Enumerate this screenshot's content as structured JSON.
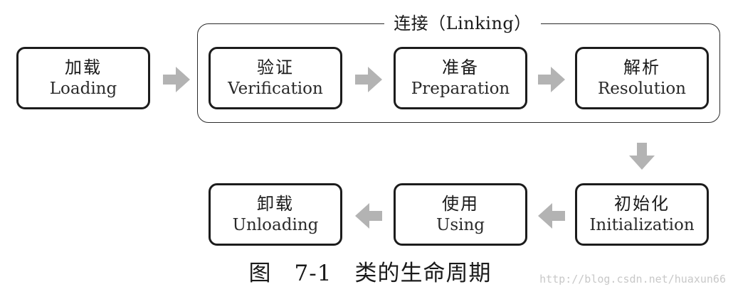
{
  "diagram": {
    "group_label": "连接（Linking）",
    "stages": [
      {
        "id": "loading",
        "zh": "加载",
        "en": "Loading"
      },
      {
        "id": "verification",
        "zh": "验证",
        "en": "Verification"
      },
      {
        "id": "preparation",
        "zh": "准备",
        "en": "Preparation"
      },
      {
        "id": "resolution",
        "zh": "解析",
        "en": "Resolution"
      },
      {
        "id": "initialization",
        "zh": "初始化",
        "en": "Initialization"
      },
      {
        "id": "using",
        "zh": "使用",
        "en": "Using"
      },
      {
        "id": "unloading",
        "zh": "卸载",
        "en": "Unloading"
      }
    ],
    "flow": [
      "loading",
      "verification",
      "preparation",
      "resolution",
      "initialization",
      "using",
      "unloading"
    ],
    "arrow_color": "#b3b3b3",
    "border_color": "#1c1c1c"
  },
  "caption": "图　7-1　类的生命周期",
  "watermark": "http://blog.csdn.net/huaxun66"
}
